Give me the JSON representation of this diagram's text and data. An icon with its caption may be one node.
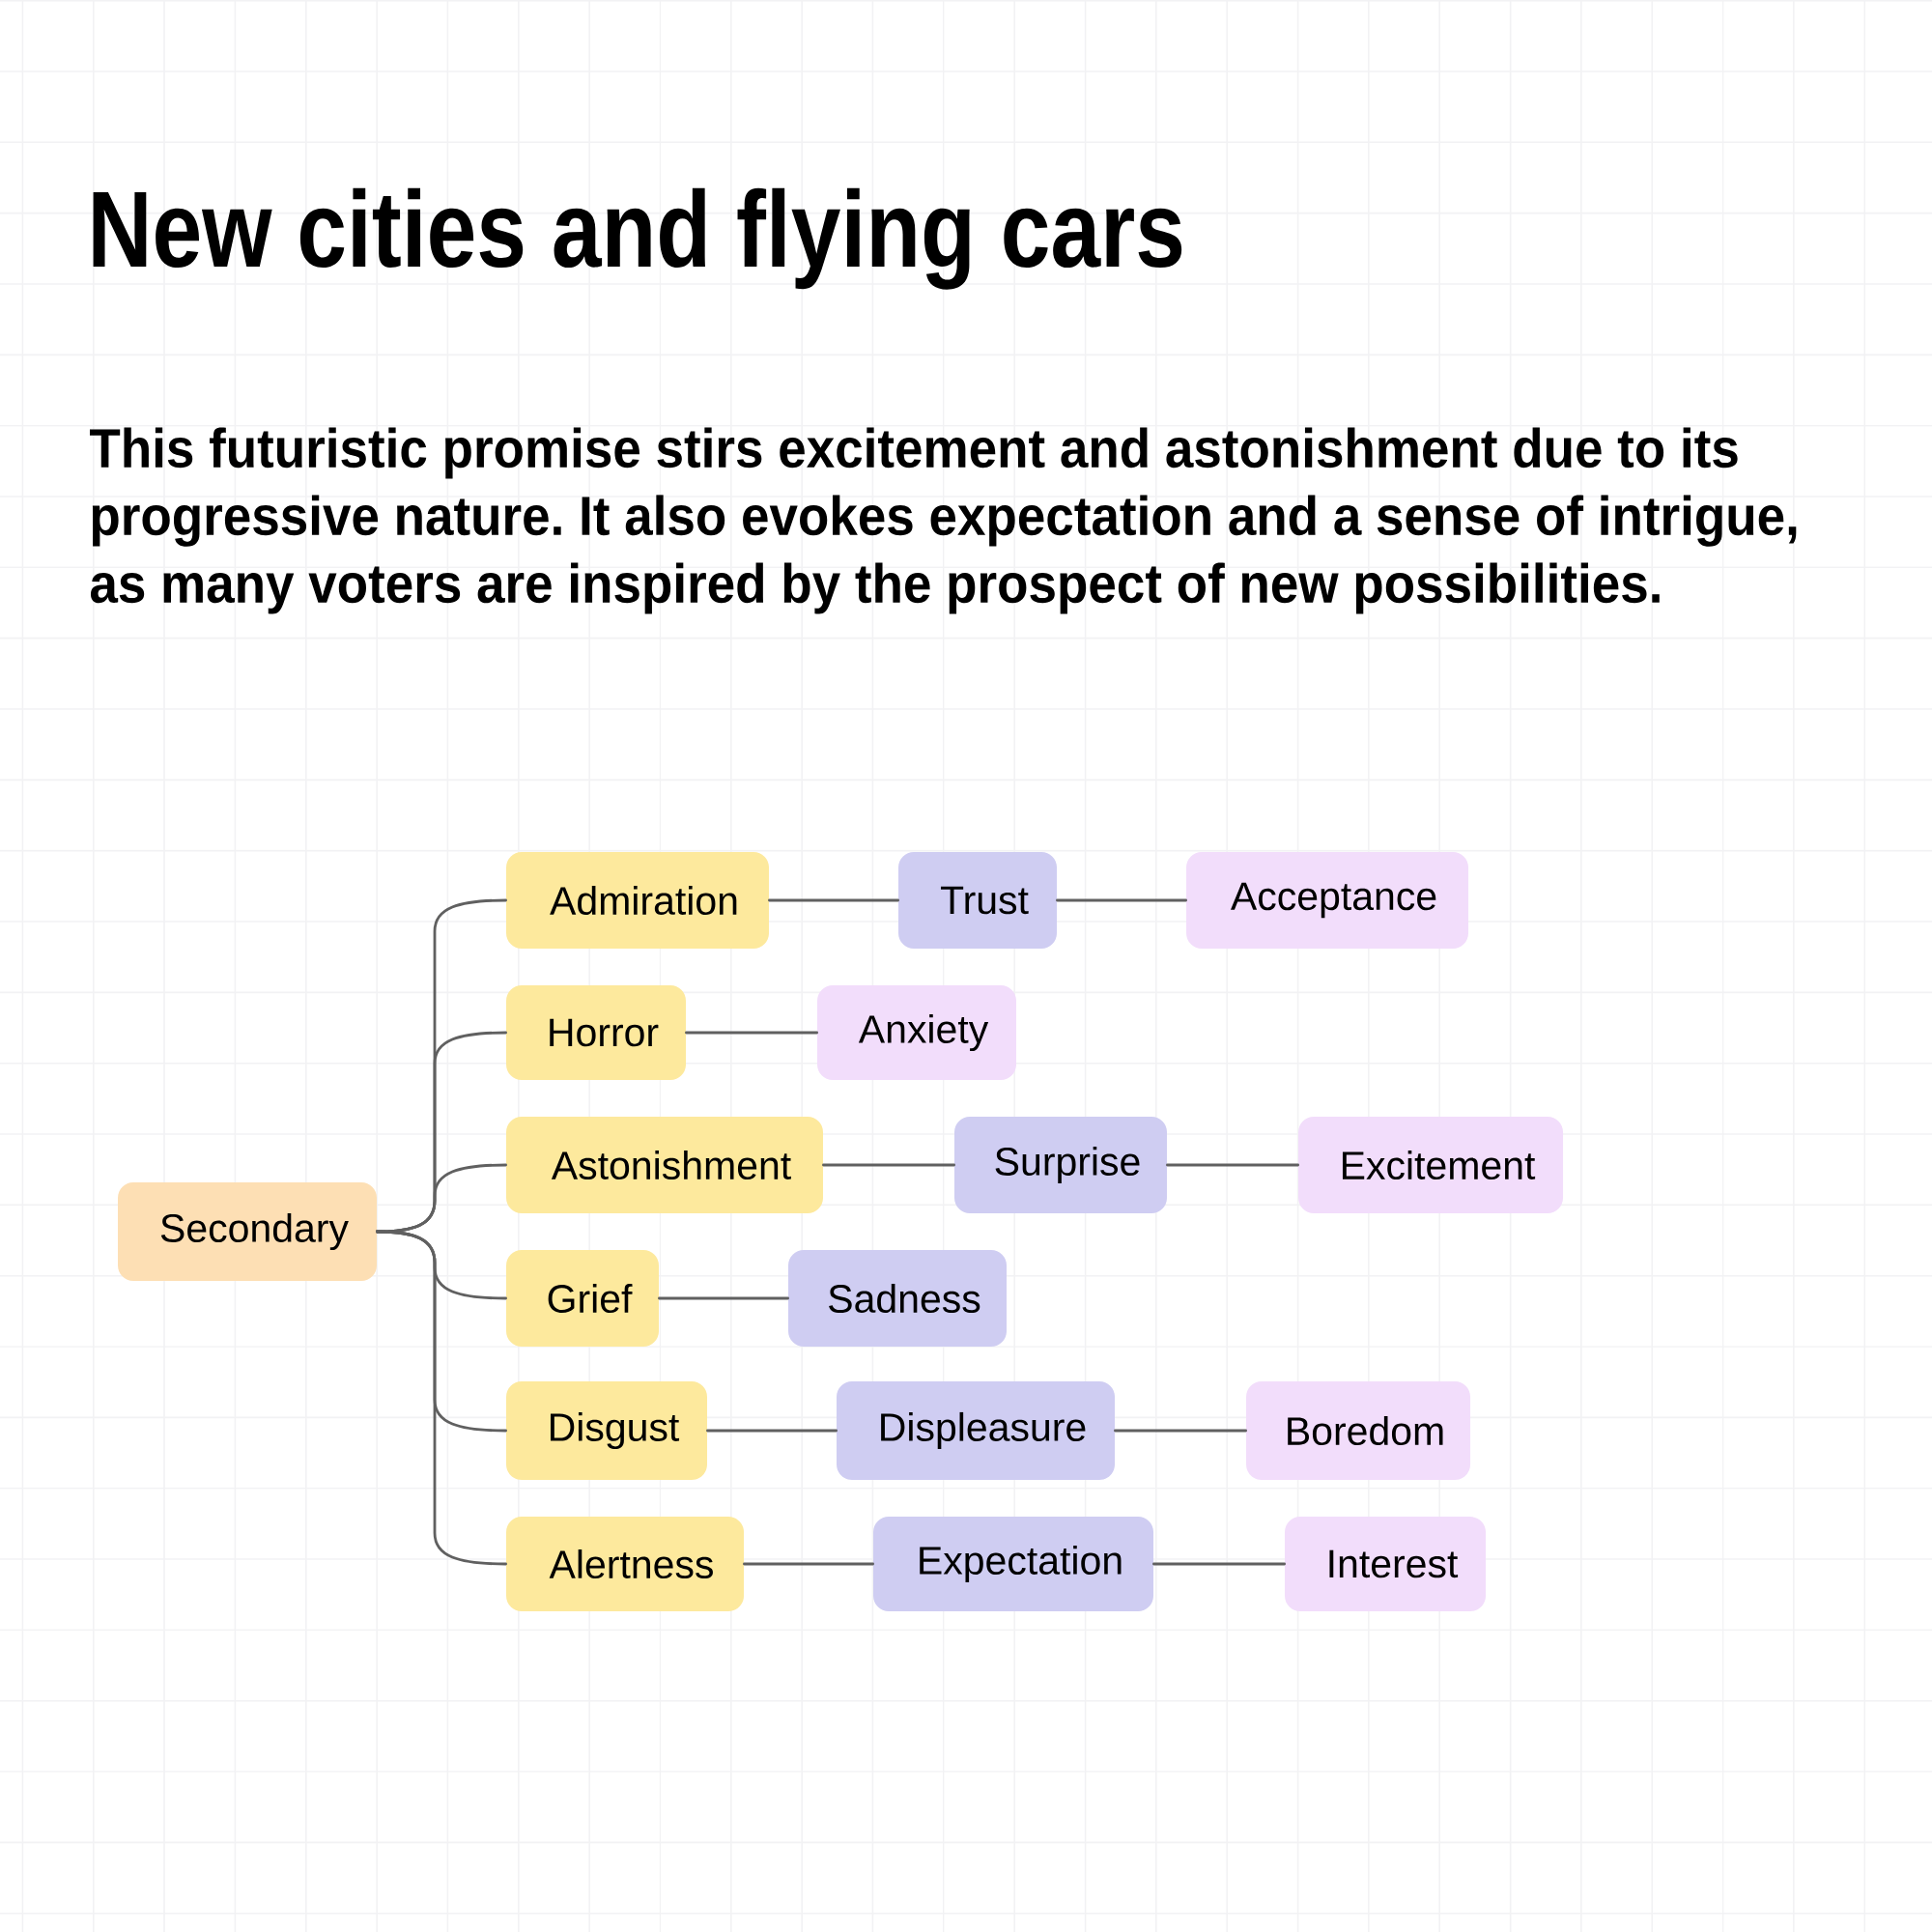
{
  "diagram": {
    "title": "New cities and flying cars",
    "nodes": [
      {
        "text": [
          "Secondary"
        ]
      },
      {
        "text": [
          "Admiration"
        ]
      },
      {
        "text": [
          "Trust"
        ]
      },
      {
        "text": [
          "Acceptance"
        ]
      },
      {
        "text": [
          "Horror"
        ]
      },
      {
        "text": [
          "Anxiety"
        ]
      },
      {
        "text": [
          "Astonishment"
        ]
      },
      {
        "text": [
          "Surprise"
        ]
      },
      {
        "text": [
          "Excitement"
        ]
      },
      {
        "text": [
          "Grief"
        ]
      },
      {
        "text": [
          "Sadness"
        ]
      },
      {
        "text": [
          "Disgust"
        ]
      },
      {
        "text": [
          "Displeasure"
        ]
      },
      {
        "text": [
          "Boredom"
        ]
      },
      {
        "text": [
          "Alertness"
        ]
      },
      {
        "text": [
          "Expectation"
        ]
      },
      {
        "text": [
          "Interest"
        ]
      }
    ],
    "edges": [
      {
        "from": 0,
        "to": 1,
        "arrow": "none"
      },
      {
        "from": 0,
        "to": 4,
        "arrow": "none"
      },
      {
        "from": 0,
        "to": 6,
        "arrow": "none"
      },
      {
        "from": 0,
        "to": 9,
        "arrow": "none"
      },
      {
        "from": 0,
        "to": 11,
        "arrow": "none"
      },
      {
        "from": 0,
        "to": 14,
        "arrow": "none"
      },
      {
        "from": 1,
        "to": 2,
        "arrow": "none"
      },
      {
        "from": 2,
        "to": 3,
        "arrow": "none"
      },
      {
        "from": 4,
        "to": 5,
        "arrow": "none"
      },
      {
        "from": 6,
        "to": 7,
        "arrow": "none"
      },
      {
        "from": 7,
        "to": 8,
        "arrow": "none"
      },
      {
        "from": 9,
        "to": 10,
        "arrow": "none"
      },
      {
        "from": 11,
        "to": 12,
        "arrow": "none"
      },
      {
        "from": 12,
        "to": 13,
        "arrow": "none"
      },
      {
        "from": 14,
        "to": 15,
        "arrow": "none"
      },
      {
        "from": 15,
        "to": 16,
        "arrow": "none"
      }
    ],
    "labels": [
      "This futuristic promise stirs excitement and astonishment due to its progressive nature. It also evokes expectation and a sense of intrigue, as many voters are inspired by the prospect of new possibilities."
    ]
  }
}
